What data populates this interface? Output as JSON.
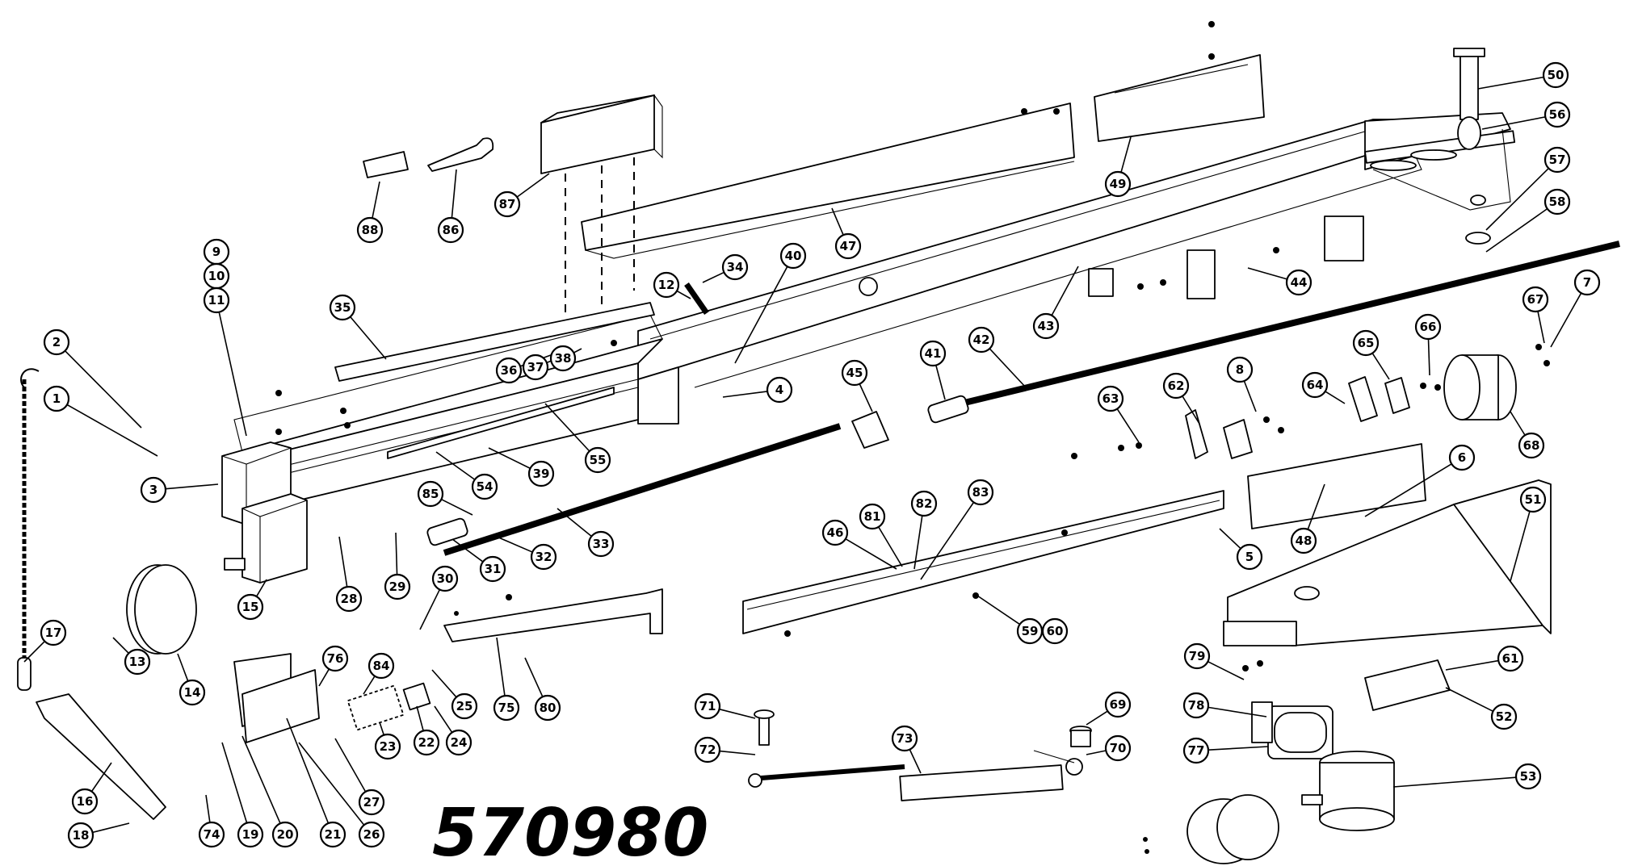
{
  "diagram": {
    "number": "570980",
    "callouts": [
      "1",
      "2",
      "3",
      "4",
      "5",
      "6",
      "7",
      "8",
      "9",
      "10",
      "11",
      "12",
      "13",
      "14",
      "15",
      "16",
      "17",
      "18",
      "19",
      "20",
      "21",
      "22",
      "23",
      "24",
      "25",
      "26",
      "27",
      "28",
      "29",
      "30",
      "31",
      "32",
      "33",
      "34",
      "35",
      "36",
      "37",
      "38",
      "39",
      "40",
      "41",
      "42",
      "43",
      "44",
      "45",
      "46",
      "47",
      "48",
      "49",
      "50",
      "51",
      "52",
      "53",
      "54",
      "55",
      "56",
      "57",
      "58",
      "59",
      "60",
      "61",
      "62",
      "63",
      "64",
      "65",
      "66",
      "67",
      "68",
      "69",
      "70",
      "71",
      "72",
      "73",
      "74",
      "75",
      "76",
      "77",
      "78",
      "79",
      "80",
      "81",
      "82",
      "83",
      "84",
      "85",
      "86",
      "87",
      "88"
    ]
  }
}
